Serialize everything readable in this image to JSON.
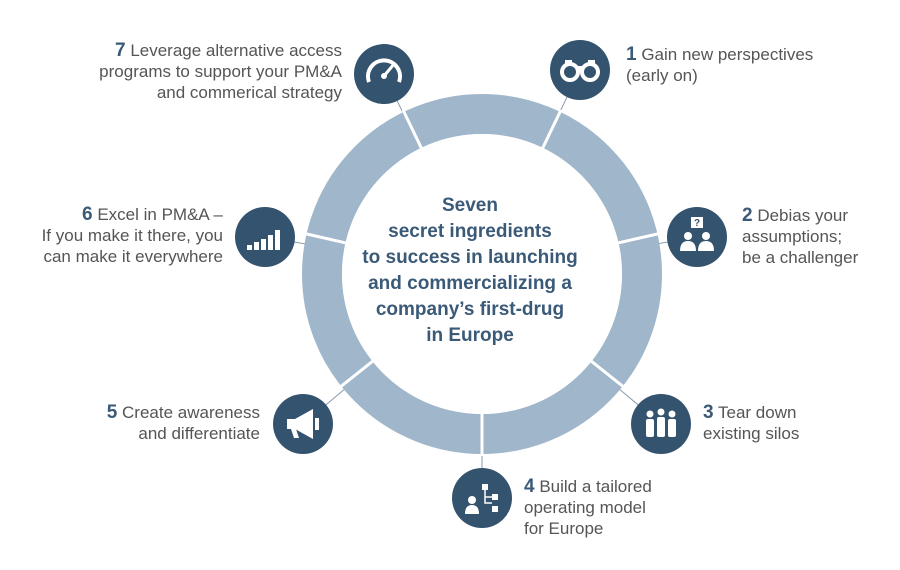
{
  "center": {
    "lines": [
      "Seven",
      "secret ingredients",
      "to success in launching",
      "and commercializing a",
      "company’s first-drug",
      "in Europe"
    ]
  },
  "steps": [
    {
      "number": "1",
      "lines": [
        "Gain new perspectives",
        "(early on)"
      ],
      "icon": "binoculars-icon"
    },
    {
      "number": "2",
      "lines": [
        "Debias your",
        "assumptions;",
        "be a challenger"
      ],
      "icon": "question-people-icon"
    },
    {
      "number": "3",
      "lines": [
        "Tear down",
        "existing silos"
      ],
      "icon": "group-icon"
    },
    {
      "number": "4",
      "lines": [
        "Build a tailored",
        "operating model",
        "for Europe"
      ],
      "icon": "org-chart-icon"
    },
    {
      "number": "5",
      "lines": [
        "Create awareness",
        "and differentiate"
      ],
      "icon": "megaphone-icon"
    },
    {
      "number": "6",
      "lines": [
        "Excel in PM&A –",
        "If you make it there, you",
        "can make it everywhere"
      ],
      "icon": "bar-chart-icon"
    },
    {
      "number": "7",
      "lines": [
        "Leverage alternative access",
        "programs to support your PM&A",
        "and commerical strategy"
      ],
      "icon": "speedometer-icon"
    }
  ],
  "colors": {
    "ring": "#a0b6cb",
    "ring_divider": "#ffffff",
    "icon_circle": "#34536f",
    "title": "#3a5a78",
    "text": "#555555"
  }
}
